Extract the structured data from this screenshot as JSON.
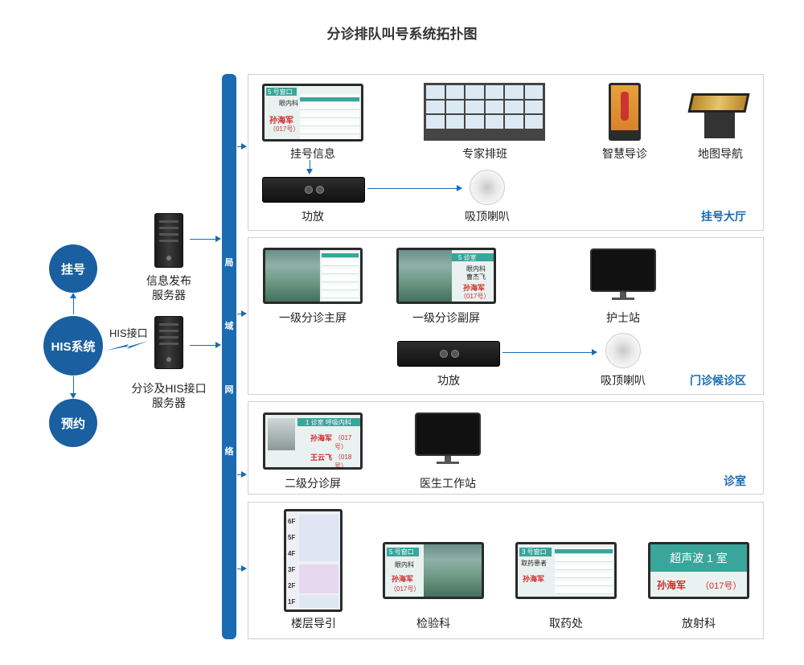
{
  "title": "分诊排队叫号系统拓扑图",
  "left": {
    "register": "挂号",
    "his": "HIS系统",
    "appointment": "预约",
    "his_interface": "HIS接口",
    "server1": "信息发布\n服务器",
    "server2": "分诊及HIS接口\n服务器"
  },
  "bus": [
    "局",
    "域",
    "网",
    "络"
  ],
  "zones": {
    "hall": {
      "name": "挂号大厅",
      "devices": {
        "register_info": "挂号信息",
        "expert": "专家排班",
        "smart_guide": "智慧导诊",
        "map_nav": "地图导航",
        "amp": "功放",
        "speaker": "吸顶喇叭"
      },
      "screen": {
        "window": "5 号窗口",
        "dept": "眼内科",
        "patient": "孙海军",
        "num": "（017号）"
      }
    },
    "waiting": {
      "name": "门诊候诊区",
      "devices": {
        "main_screen": "一级分诊主屏",
        "sub_screen": "一级分诊副屏",
        "nurse": "护士站",
        "amp": "功放",
        "speaker": "吸顶喇叭"
      },
      "sub": {
        "room": "5  诊室",
        "dept": "眼内科",
        "doctor": "曹杰飞",
        "patient": "孙海军",
        "num": "（017号）"
      }
    },
    "room": {
      "name": "诊室",
      "devices": {
        "second_screen": "二级分诊屏",
        "doctor_ws": "医生工作站"
      },
      "screen": {
        "room": "1 诊室  呼吸内科",
        "p1": "孙海军",
        "n1": "（017号）",
        "p2": "王云飞",
        "n2": "（018号）"
      }
    },
    "other": {
      "devices": {
        "floor": "楼层导引",
        "lab": "检验科",
        "pharmacy": "取药处",
        "radiology": "放射科"
      },
      "floors": [
        "6F",
        "5F",
        "4F",
        "3F",
        "2F",
        "1F"
      ],
      "lab_screen": {
        "window": "5 号窗口",
        "dept": "眼内科",
        "patient": "孙海军",
        "num": "（017号）"
      },
      "pharm_screen": {
        "window": "3 号窗口",
        "sub": "取药患者",
        "patient": "孙海军"
      },
      "radio_screen": {
        "room": "超声波  1  室",
        "patient": "孙海军",
        "num": "（017号）"
      }
    }
  }
}
